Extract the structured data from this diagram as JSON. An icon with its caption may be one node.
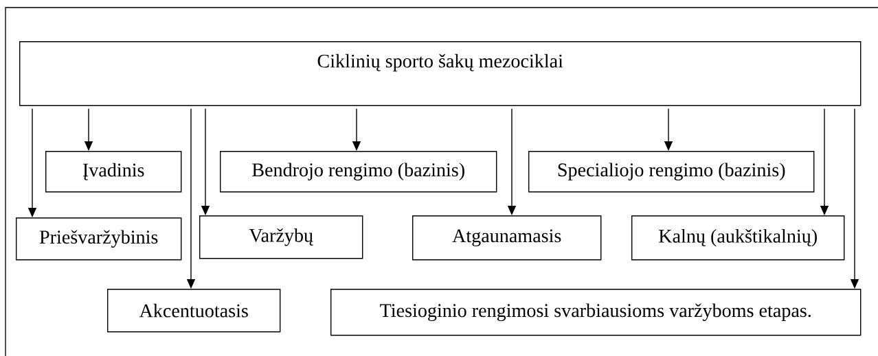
{
  "diagram": {
    "nodes": [
      {
        "text": [
          "Ciklinių sporto šakų mezociklai"
        ]
      },
      {
        "text": [
          "Įvadinis"
        ]
      },
      {
        "text": [
          "Bendrojo rengimo (bazinis)"
        ]
      },
      {
        "text": [
          "Specialiojo rengimo (bazinis)"
        ]
      },
      {
        "text": [
          "Priešvaržybinis"
        ]
      },
      {
        "text": [
          "Varžybų"
        ]
      },
      {
        "text": [
          "Atgaunamasis"
        ]
      },
      {
        "text": [
          "Kalnų (aukštikalnių)"
        ]
      },
      {
        "text": [
          "Akcentuotasis"
        ]
      },
      {
        "text": [
          "Tiesioginio rengimosi svarbiausioms varžyboms etapas."
        ]
      }
    ],
    "edges": [
      {
        "from": 0,
        "to": 4,
        "arrow": "to"
      },
      {
        "from": 0,
        "to": 1,
        "arrow": "to"
      },
      {
        "from": 0,
        "to": 8,
        "arrow": "to"
      },
      {
        "from": 0,
        "to": 5,
        "arrow": "to"
      },
      {
        "from": 0,
        "to": 2,
        "arrow": "to"
      },
      {
        "from": 0,
        "to": 6,
        "arrow": "to"
      },
      {
        "from": 0,
        "to": 3,
        "arrow": "to"
      },
      {
        "from": 0,
        "to": 7,
        "arrow": "to"
      },
      {
        "from": 0,
        "to": 9,
        "arrow": "to"
      }
    ]
  }
}
